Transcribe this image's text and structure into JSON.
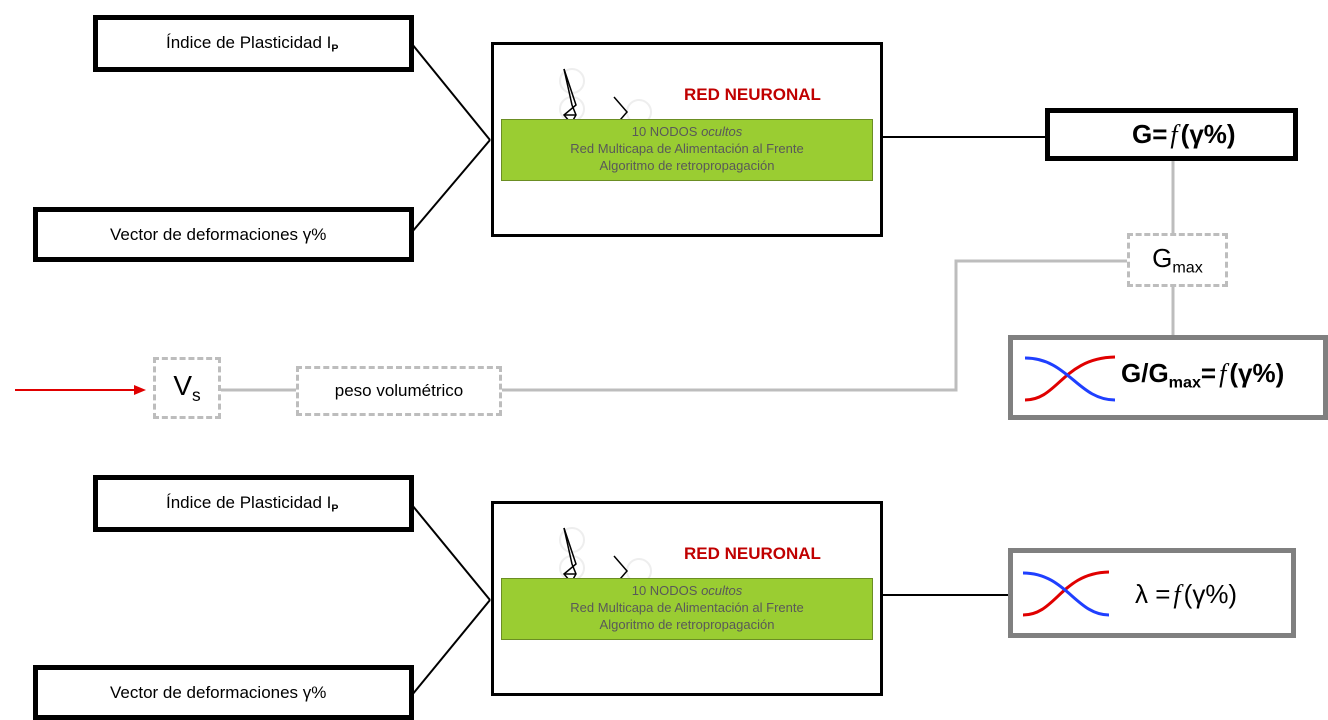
{
  "top_net": {
    "input_ip": {
      "text": "Índice de Plasticidad I",
      "sub": "P"
    },
    "input_vector": {
      "text": "Vector de deformaciones γ%"
    },
    "title": "RED NEURONAL",
    "info_line1_a": "10 NODOS ",
    "info_line1_b": "ocultos",
    "info_line2": "Red Multicapa de Alimentación al Frente",
    "info_line3": "Algoritmo de retropropagación",
    "output": {
      "lhs": "G=",
      "f": "f",
      "arg": "(γ%)"
    }
  },
  "gmax": {
    "base": "G",
    "sub": "max"
  },
  "vs": {
    "base": "V",
    "sub": "s"
  },
  "peso": "peso volumétrico",
  "ratio_output": {
    "lhs_a": "G/G",
    "lhs_sub": "max",
    "lhs_b": "=",
    "f": "f",
    "arg": "(γ%)"
  },
  "bottom_net": {
    "input_ip": {
      "text": "Índice de Plasticidad I",
      "sub": "P"
    },
    "input_vector": {
      "text": "Vector de deformaciones γ%"
    },
    "title": "RED NEURONAL",
    "info_line1_a": "10 NODOS ",
    "info_line1_b": "ocultos",
    "info_line2": "Red Multicapa de Alimentación al Frente",
    "info_line3": "Algoritmo de retropropagación",
    "output": {
      "lhs": "λ =",
      "f": "f",
      "arg": "(γ%)"
    }
  },
  "colors": {
    "curve_a": "#e00000",
    "curve_b": "#1f3fff",
    "green": "#9acd32",
    "title_red": "#c00000",
    "arrow": "#e00000"
  }
}
